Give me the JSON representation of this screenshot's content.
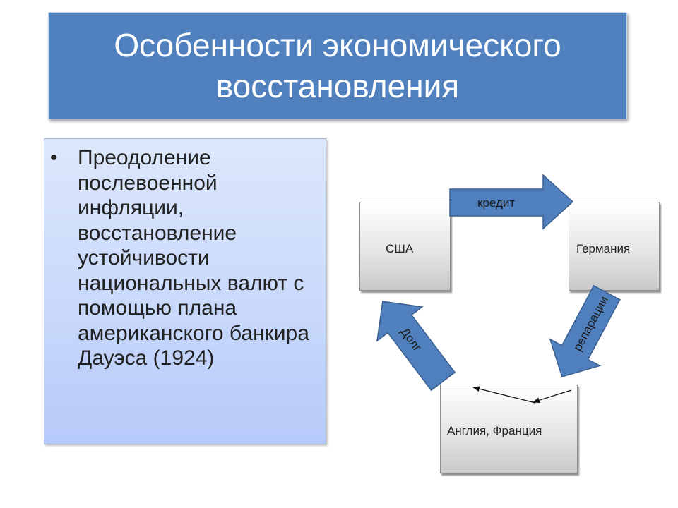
{
  "slide": {
    "title_line1": "Особенности экономического",
    "title_line2": "восстановления"
  },
  "content": {
    "bullet": "•",
    "text": "Преодоление послевоенной инфляции, восстановление устойчивости национальных валют с помощью плана американского банкира Дауэса (1924)"
  },
  "diagram": {
    "nodes": {
      "usa": "США",
      "germany": "Германия",
      "england_france": "Англия, Франция"
    },
    "arrows": {
      "credit": "кредит",
      "reparations": "репарации",
      "debt": "Долг"
    }
  },
  "colors": {
    "title_bg": "#5080bd",
    "arrow_fill": "#5080bd",
    "content_bg": "#c9d9fb"
  }
}
